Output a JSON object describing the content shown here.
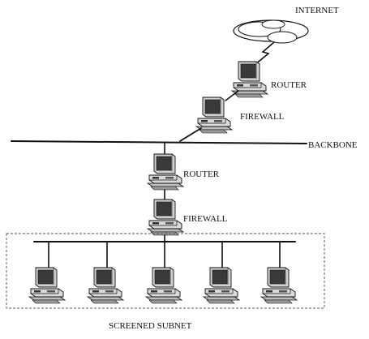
{
  "labels": {
    "internet": "INTERNET",
    "router_top": "ROUTER",
    "firewall_top": "FIREWALL",
    "backbone": "BACKBONE",
    "router_mid": "ROUTER",
    "firewall_mid": "FIREWALL",
    "screened_subnet": "SCREENED SUBNET"
  },
  "colors": {
    "ink": "#111111",
    "screen": "#3a3a3a",
    "case": "#d9d9d9"
  },
  "icons": {
    "cloud": "internet-cloud-icon",
    "computer": "computer-icon",
    "link": "lightning-link-icon"
  },
  "subnet_hosts": 5
}
